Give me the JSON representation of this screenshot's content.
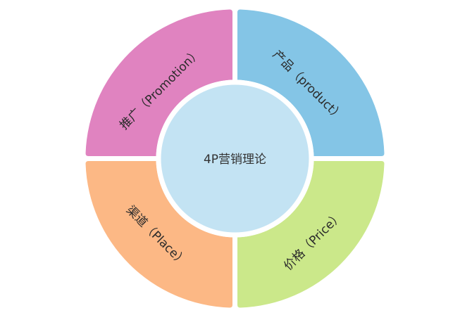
{
  "diagram": {
    "title": "4P营销理论",
    "center": {
      "label": "4P营销理论",
      "color": "#C3E3F3",
      "ring_color": "#FFFFFF"
    },
    "quadrants": [
      {
        "id": "promotion",
        "position": "top-left",
        "label": "推广（Promotion）",
        "zh": "推广",
        "en": "Promotion",
        "color": "#E083C0"
      },
      {
        "id": "product",
        "position": "top-right",
        "label": "产品（product）",
        "zh": "产品",
        "en": "product",
        "color": "#84C5E6"
      },
      {
        "id": "place",
        "position": "bottom-left",
        "label": "渠道（Place）",
        "zh": "渠道",
        "en": "Place",
        "color": "#FCB885"
      },
      {
        "id": "price",
        "position": "bottom-right",
        "label": "价格（Price）",
        "zh": "价格",
        "en": "Price",
        "color": "#CBE88A"
      }
    ]
  }
}
